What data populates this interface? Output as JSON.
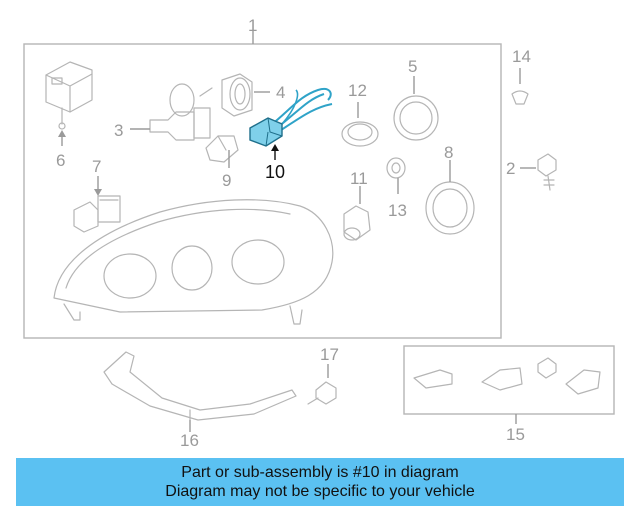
{
  "diagram": {
    "callouts": {
      "c1": "1",
      "c2": "2",
      "c3": "3",
      "c4": "4",
      "c5": "5",
      "c6": "6",
      "c7": "7",
      "c8": "8",
      "c9": "9",
      "c10": "10",
      "c11": "11",
      "c12": "12",
      "c13": "13",
      "c14": "14",
      "c15": "15",
      "c16": "16",
      "c17": "17"
    },
    "highlighted_part": "10",
    "colors": {
      "highlight": "#2fa3c8",
      "banner": "#5bc1f2",
      "linework": "#b5b5b5"
    }
  },
  "banner": {
    "line1": "Part or sub-assembly is #10 in diagram",
    "line2": "Diagram may not be specific to your vehicle"
  }
}
